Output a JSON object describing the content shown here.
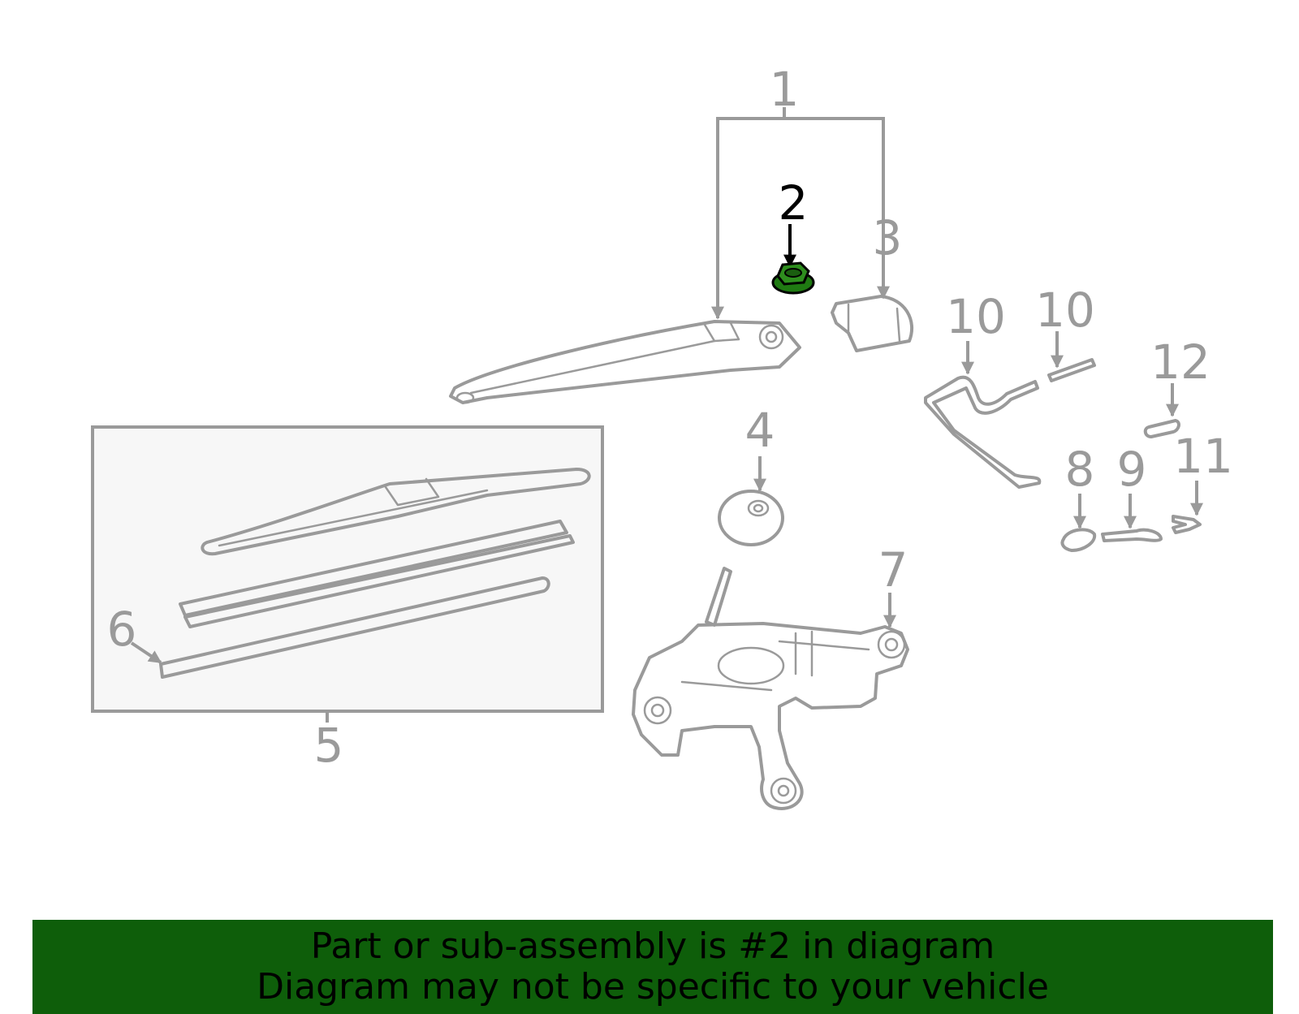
{
  "diagram": {
    "highlight_color": "#1f7a12",
    "line_color": "#9a9a9a",
    "highlighted_part": "2",
    "callouts": {
      "c1": "1",
      "c2": "2",
      "c3": "3",
      "c4": "4",
      "c5": "5",
      "c6": "6",
      "c7": "7",
      "c8": "8",
      "c9": "9",
      "c10a": "10",
      "c10b": "10",
      "c11": "11",
      "c12": "12"
    }
  },
  "banner": {
    "line1": "Part or sub-assembly is #2 in diagram",
    "line2": "Diagram may not be specific to your vehicle",
    "background": "#0e5e0a"
  }
}
